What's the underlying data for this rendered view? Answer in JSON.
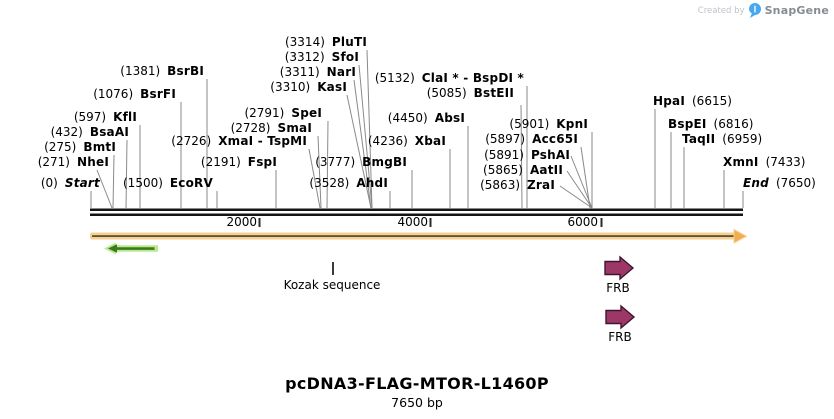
{
  "credit": {
    "created_by": "Created by",
    "brand": "SnapGene"
  },
  "ruler": {
    "t2000": "2000",
    "t4000": "4000",
    "t6000": "6000"
  },
  "sites": {
    "pluti": {
      "pos": "(3314)",
      "name": "PluTI"
    },
    "sfoi": {
      "pos": "(3312)",
      "name": "SfoI"
    },
    "nari": {
      "pos": "(3311)",
      "name": "NarI"
    },
    "kasi": {
      "pos": "(3310)",
      "name": "KasI"
    },
    "clai": {
      "pos": "(5132)",
      "name": "ClaI * - BspDI *"
    },
    "bsteii": {
      "pos": "(5085)",
      "name": "BstEII"
    },
    "bsrbi": {
      "pos": "(1381)",
      "name": "BsrBI"
    },
    "bsrfi": {
      "pos": "(1076)",
      "name": "BsrFI"
    },
    "kfli": {
      "pos": "(597)",
      "name": "KflI"
    },
    "spei": {
      "pos": "(2791)",
      "name": "SpeI"
    },
    "smai": {
      "pos": "(2728)",
      "name": "SmaI"
    },
    "bsaai": {
      "pos": "(432)",
      "name": "BsaAI"
    },
    "xmai": {
      "pos": "(2726)",
      "name": "XmaI - TspMI"
    },
    "absi": {
      "pos": "(4450)",
      "name": "AbsI"
    },
    "bmti": {
      "pos": "(275)",
      "name": "BmtI"
    },
    "kpni": {
      "pos": "(5901)",
      "name": "KpnI"
    },
    "xbai": {
      "pos": "(4236)",
      "name": "XbaI"
    },
    "acc65i": {
      "pos": "(5897)",
      "name": "Acc65I"
    },
    "nhei": {
      "pos": "(271)",
      "name": "NheI"
    },
    "fspi": {
      "pos": "(2191)",
      "name": "FspI"
    },
    "bmgbi": {
      "pos": "(3777)",
      "name": "BmgBI"
    },
    "pshai": {
      "pos": "(5891)",
      "name": "PshAI"
    },
    "aatii": {
      "pos": "(5865)",
      "name": "AatII"
    },
    "start": {
      "pos": "(0)",
      "name": "Start"
    },
    "ecorv": {
      "pos": "(1500)",
      "name": "EcoRV"
    },
    "ahdi": {
      "pos": "(3528)",
      "name": "AhdI"
    },
    "zrai": {
      "pos": "(5863)",
      "name": "ZraI"
    },
    "hpai": {
      "name": "HpaI",
      "pos": "(6615)"
    },
    "bspei": {
      "name": "BspEI",
      "pos": "(6816)"
    },
    "taqii": {
      "name": "TaqII",
      "pos": "(6959)"
    },
    "xmni": {
      "name": "XmnI",
      "pos": "(7433)"
    },
    "end": {
      "name": "End",
      "pos": "(7650)"
    }
  },
  "features": {
    "kozak_label": "Kozak sequence",
    "frb1_label": "FRB",
    "frb2_label": "FRB"
  },
  "footer": {
    "title": "pcDNA3-FLAG-MTOR-L1460P",
    "length": "7650 bp"
  },
  "colors": {
    "orange_outer": "#f8d18f",
    "orange_core": "#55503f",
    "orange_head": "#f0ad52",
    "green_halo": "#b9e88f",
    "green_dark": "#3c7a1d",
    "frb_fill": "#9c3767",
    "frb_stroke": "#401530",
    "logo_blue": "#47a8ef"
  }
}
